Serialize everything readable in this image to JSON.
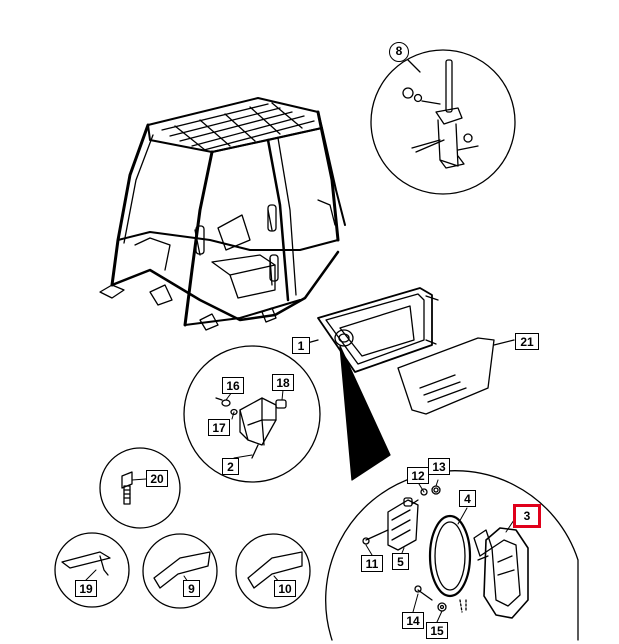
{
  "callouts": [
    {
      "id": "c8",
      "text": "8",
      "highlighted": false
    },
    {
      "id": "c1",
      "text": "1",
      "highlighted": false
    },
    {
      "id": "c21",
      "text": "21",
      "highlighted": false
    },
    {
      "id": "c16",
      "text": "16",
      "highlighted": false
    },
    {
      "id": "c18",
      "text": "18",
      "highlighted": false
    },
    {
      "id": "c17",
      "text": "17",
      "highlighted": false
    },
    {
      "id": "c2",
      "text": "2",
      "highlighted": false
    },
    {
      "id": "c20",
      "text": "20",
      "highlighted": false
    },
    {
      "id": "c12",
      "text": "12",
      "highlighted": false
    },
    {
      "id": "c13",
      "text": "13",
      "highlighted": false
    },
    {
      "id": "c4",
      "text": "4",
      "highlighted": false
    },
    {
      "id": "c3",
      "text": "3",
      "highlighted": true
    },
    {
      "id": "c11",
      "text": "11",
      "highlighted": false
    },
    {
      "id": "c5",
      "text": "5",
      "highlighted": false
    },
    {
      "id": "c19",
      "text": "19",
      "highlighted": false
    },
    {
      "id": "c9",
      "text": "9",
      "highlighted": false
    },
    {
      "id": "c10",
      "text": "10",
      "highlighted": false
    },
    {
      "id": "c14",
      "text": "14",
      "highlighted": false
    },
    {
      "id": "c15",
      "text": "15",
      "highlighted": false
    }
  ],
  "colors": {
    "line": "#000000",
    "highlight": "#e0001b",
    "background": "#ffffff"
  }
}
